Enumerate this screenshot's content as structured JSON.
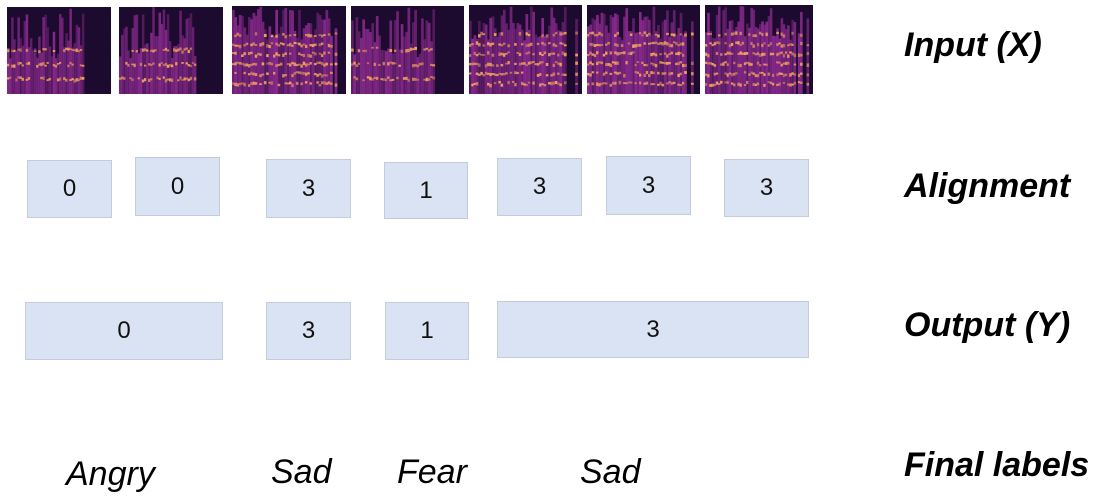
{
  "colors": {
    "box_fill": "#dae3f3",
    "box_border": "#c3ccd9",
    "spectrogram_dark": "#1c0b2e",
    "spectrogram_mid": "#8a2a8e",
    "spectrogram_bright": "#f4a35a"
  },
  "row_labels": {
    "input": "Input (X)",
    "alignment": "Alignment",
    "output": "Output (Y)",
    "final": "Final labels"
  },
  "spectrogram_count": 7,
  "alignment": [
    "0",
    "0",
    "3",
    "1",
    "3",
    "3",
    "3"
  ],
  "output": [
    "0",
    "3",
    "1",
    "3"
  ],
  "final_labels": [
    "Angry",
    "Sad",
    "Fear",
    "Sad"
  ]
}
